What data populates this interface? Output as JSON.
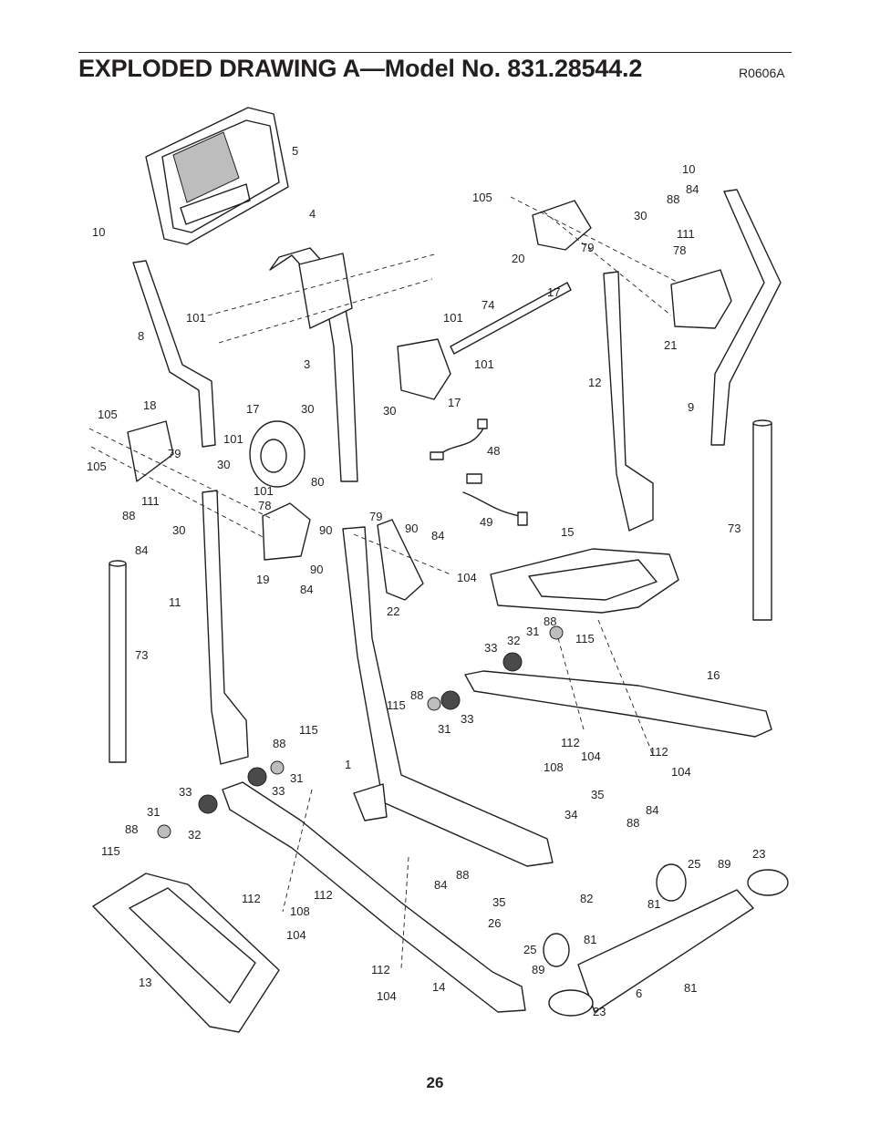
{
  "header": {
    "title": "EXPLODED DRAWING A—Model No. 831.28544.2",
    "drawing_code": "R0606A"
  },
  "footer": {
    "page_number": "26"
  },
  "callouts": [
    "5",
    "10",
    "4",
    "101",
    "8",
    "105",
    "20",
    "79",
    "30",
    "88",
    "84",
    "111",
    "78",
    "10",
    "74",
    "101",
    "101",
    "3",
    "17",
    "30",
    "30",
    "17",
    "12",
    "21",
    "9",
    "18",
    "105",
    "105",
    "17",
    "101",
    "30",
    "79",
    "101",
    "78",
    "80",
    "111",
    "88",
    "30",
    "84",
    "19",
    "90",
    "79",
    "90",
    "84",
    "90",
    "84",
    "104",
    "22",
    "48",
    "49",
    "15",
    "73",
    "73",
    "11",
    "88",
    "31",
    "115",
    "33",
    "32",
    "16",
    "88",
    "115",
    "31",
    "33",
    "112",
    "104",
    "108",
    "112",
    "104",
    "1",
    "88",
    "115",
    "31",
    "33",
    "33",
    "31",
    "88",
    "32",
    "115",
    "35",
    "84",
    "34",
    "88",
    "112",
    "112",
    "108",
    "104",
    "25",
    "89",
    "23",
    "84",
    "88",
    "35",
    "26",
    "82",
    "81",
    "81",
    "25",
    "89",
    "6",
    "81",
    "112",
    "104",
    "14",
    "13",
    "23"
  ]
}
